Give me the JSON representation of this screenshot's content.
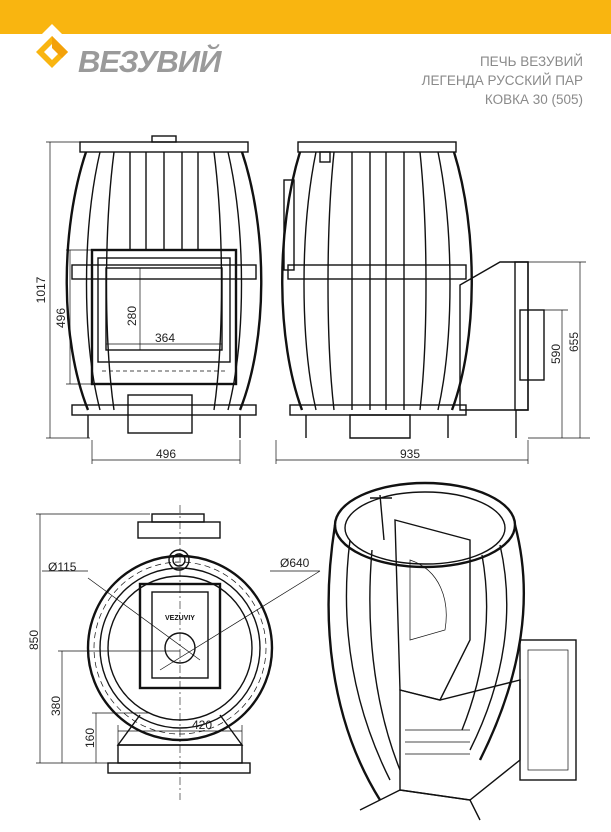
{
  "header": {
    "brand": "ВЕЗУВИЙ",
    "title_lines": [
      "ПЕЧЬ ВЕЗУВИЙ",
      "ЛЕГЕНДА РУССКИЙ ПАР",
      "КОВКА 30 (505)"
    ],
    "accent_color": "#f9b510"
  },
  "front_view": {
    "height_total": "1017",
    "height_door": "496",
    "glass_height": "280",
    "glass_width": "364",
    "width": "496"
  },
  "side_view": {
    "length": "935",
    "flue_height_low": "590",
    "flue_height_high": "655"
  },
  "top_view": {
    "chimney_diameter": "Ø115",
    "body_diameter": "Ø640",
    "depth": "850",
    "chimney_offset": "380",
    "tunnel_height": "160",
    "tunnel_width": "420",
    "plate_text": "VEZUVIY"
  }
}
